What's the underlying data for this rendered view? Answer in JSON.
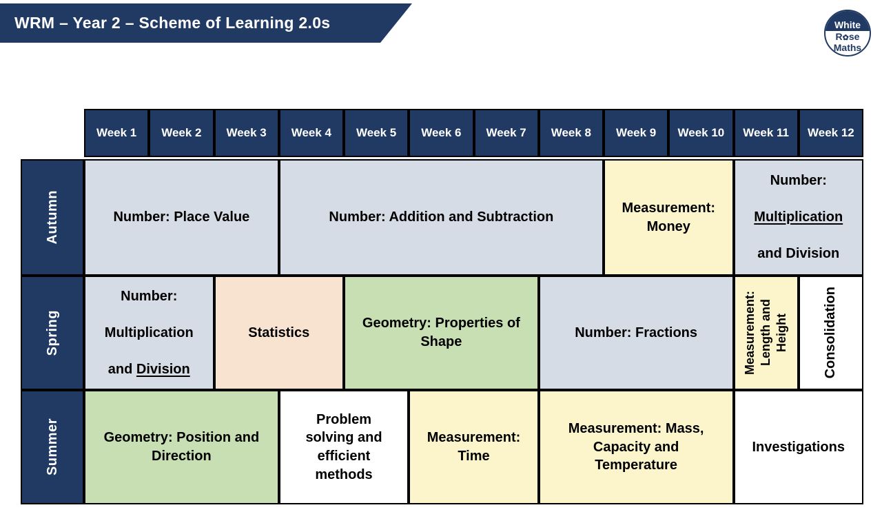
{
  "banner": {
    "title": "WRM – Year 2 – Scheme of Learning 2.0s"
  },
  "logo": {
    "line1": "White",
    "rose_r": "R",
    "rose_flower": "✿",
    "rose_se": "se",
    "line3": "Maths"
  },
  "colors": {
    "navy": "#203A64",
    "lavender": "#D6DCE5",
    "yellow": "#FCF4CB",
    "peach": "#F8E3D0",
    "green": "#C7DFB2"
  },
  "table": {
    "weeks": [
      "Week 1",
      "Week 2",
      "Week 3",
      "Week 4",
      "Week 5",
      "Week 6",
      "Week 7",
      "Week 8",
      "Week 9",
      "Week 10",
      "Week 11",
      "Week 12"
    ],
    "autumn": {
      "label": "Autumn",
      "place_value": "Number: Place Value",
      "addition_subtraction": "Number: Addition and Subtraction",
      "money": "Measurement:\nMoney",
      "multdiv": {
        "line1": "Number:",
        "line2_underlined": "Multiplication",
        "line3": "and Division"
      }
    },
    "spring": {
      "label": "Spring",
      "multdiv": {
        "line1": "Number:",
        "line2": "Multiplication",
        "line3_prefix": "and ",
        "line3_underlined": "Division"
      },
      "statistics": "Statistics",
      "properties_of_shape": "Geometry: Properties of\nShape",
      "fractions": "Number: Fractions",
      "length_height": "Measurement:\nLength and\nHeight",
      "consolidation": "Consolidation"
    },
    "summer": {
      "label": "Summer",
      "position_direction": "Geometry: Position and\nDirection",
      "problem_solving": "Problem\nsolving and\nefficient\nmethods",
      "time": "Measurement:\nTime",
      "mass_capacity_temperature": "Measurement: Mass,\nCapacity and\nTemperature",
      "investigations": "Investigations"
    }
  }
}
